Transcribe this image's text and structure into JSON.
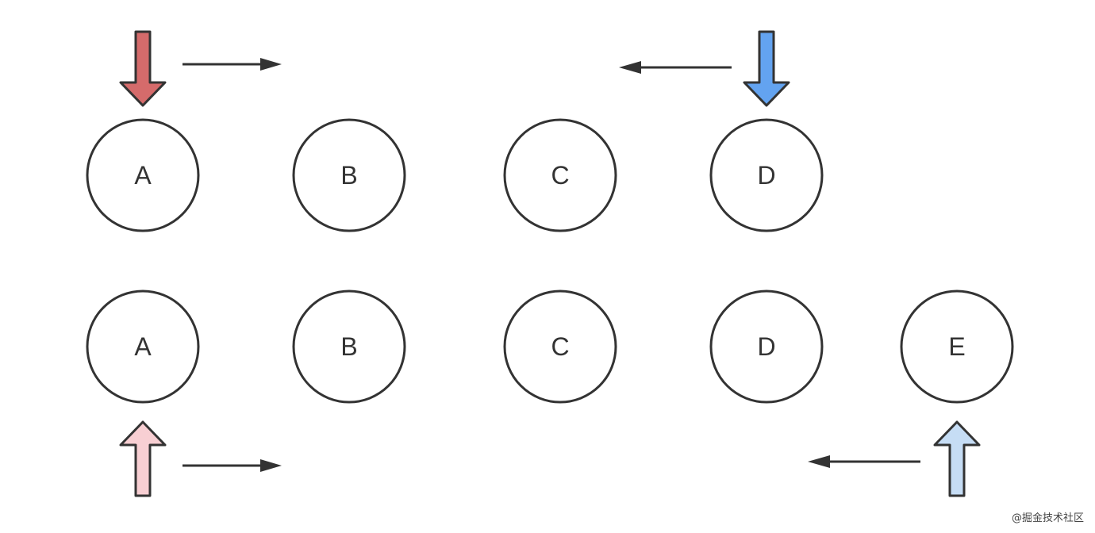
{
  "colors": {
    "stroke": "#333333",
    "pointer_red": "#d56b6b",
    "pointer_blue": "#63a3f0",
    "pointer_pink": "#f8cfd3",
    "pointer_light_blue": "#c6ddf5"
  },
  "top_row": {
    "nodes": [
      "A",
      "B",
      "C",
      "D"
    ],
    "pointers": [
      {
        "direction": "down",
        "color_key": "pointer_red",
        "at_node": "A",
        "move": "right"
      },
      {
        "direction": "down",
        "color_key": "pointer_blue",
        "at_node": "D",
        "move": "left"
      }
    ]
  },
  "bottom_row": {
    "nodes": [
      "A",
      "B",
      "C",
      "D",
      "E"
    ],
    "pointers": [
      {
        "direction": "up",
        "color_key": "pointer_pink",
        "at_node": "A",
        "move": "right"
      },
      {
        "direction": "up",
        "color_key": "pointer_light_blue",
        "at_node": "E",
        "move": "left"
      }
    ]
  },
  "watermark": "@掘金技术社区"
}
